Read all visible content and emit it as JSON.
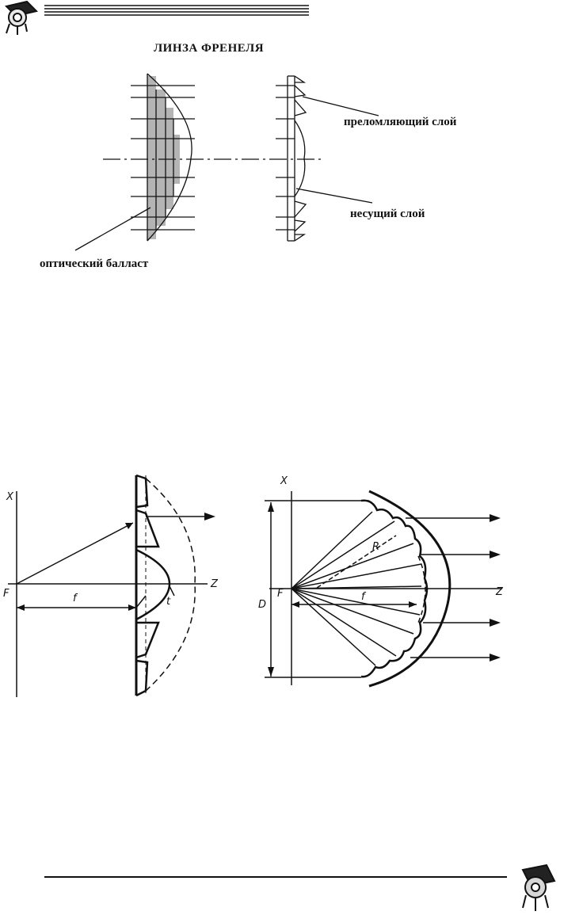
{
  "header": {
    "icon": "spotlight-icon"
  },
  "figure1": {
    "title": "ЛИНЗА ФРЕНЕЛЯ",
    "label_refracting": "преломляющий слой",
    "label_carrier": "несущий слой",
    "label_ballast": "оптический балласт"
  },
  "figure2": {
    "axis_x": "X",
    "axis_z": "Z",
    "focus": "F",
    "focal": "f",
    "thickness": "t"
  },
  "figure3": {
    "axis_x": "X",
    "axis_z": "Z",
    "focus": "F",
    "focal": "f",
    "radius": "R",
    "diameter": "D"
  },
  "footer": {
    "icon": "spotlight-icon"
  },
  "colors": {
    "ink": "#111111",
    "shade": "#b4b4b4"
  }
}
